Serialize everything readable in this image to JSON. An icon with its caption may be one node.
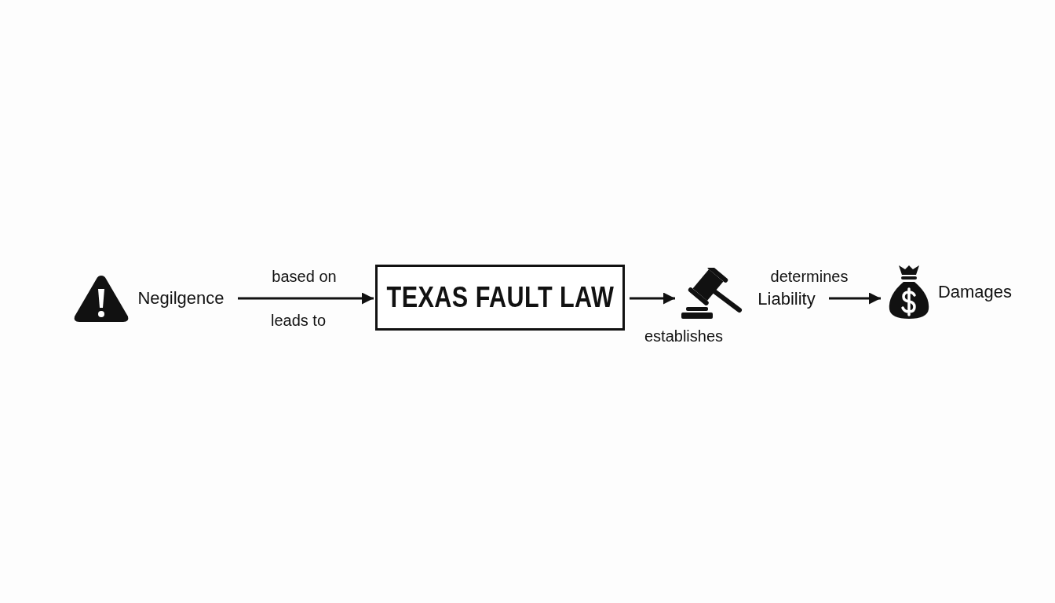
{
  "diagram": {
    "nodes": [
      {
        "text": [
          "Negilgence"
        ]
      },
      {
        "text": [
          "TEXAS FAULT LAW"
        ]
      },
      {
        "text": [],
        "shape": "gavel"
      },
      {
        "text": [
          "Liability"
        ]
      },
      {
        "text": [
          "Damages"
        ]
      }
    ],
    "edges": [
      {
        "from": 0,
        "to": 1,
        "arrow": "to",
        "label": "based on"
      },
      {
        "from": 1,
        "to": 2,
        "arrow": "to"
      },
      {
        "from": 3,
        "to": 4,
        "arrow": "to"
      }
    ],
    "labels": [
      "determines",
      "leads to",
      "establishes"
    ]
  }
}
